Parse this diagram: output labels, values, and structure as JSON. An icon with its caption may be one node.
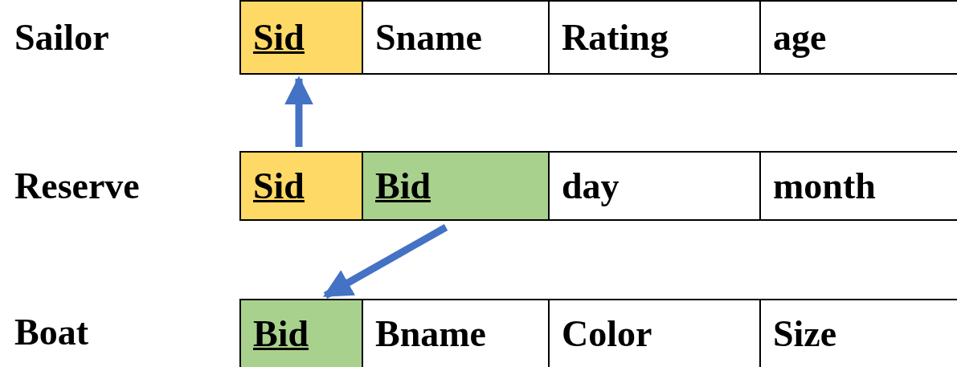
{
  "diagram": {
    "nodes": [
      {
        "text": [
          "Sid"
        ]
      },
      {
        "text": [
          "Sname"
        ]
      },
      {
        "text": [
          "Rating"
        ]
      },
      {
        "text": [
          "age"
        ]
      },
      {
        "text": [
          "Sid"
        ]
      },
      {
        "text": [
          "Bid"
        ]
      },
      {
        "text": [
          "day"
        ]
      },
      {
        "text": [
          "month"
        ]
      },
      {
        "text": [
          "Bid"
        ]
      },
      {
        "text": [
          "Bname"
        ]
      },
      {
        "text": [
          "Color"
        ]
      },
      {
        "text": [
          "Size"
        ]
      }
    ],
    "edges": [
      {
        "from": 4,
        "to": 0,
        "arrow": "to"
      },
      {
        "from": 5,
        "to": 8,
        "arrow": "to"
      }
    ],
    "labels": [
      "Sailor",
      "Reserve",
      "Boat"
    ]
  }
}
